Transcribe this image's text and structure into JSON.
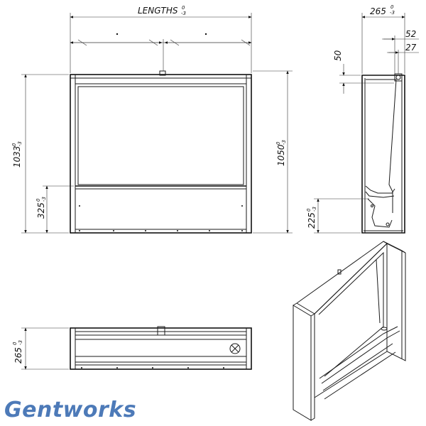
{
  "brand": {
    "name": "Gentworks",
    "color": "#4d7ab8"
  },
  "front_view": {
    "width_label": "LENGTHS",
    "width_tol_upper": "0",
    "width_tol_lower": "-3",
    "height_left_label": "1033",
    "height_left_tol_upper": "0",
    "height_left_tol_lower": "-3",
    "height_right_label": "1050",
    "height_right_tol_upper": "0",
    "height_right_tol_lower": "-3",
    "lower_label": "325",
    "lower_tol_upper": "0",
    "lower_tol_lower": "-3"
  },
  "side_view": {
    "depth_label": "265",
    "depth_tol_upper": "0",
    "depth_tol_lower": "-3",
    "offset_a": "52",
    "offset_b": "27",
    "top_offset": "50",
    "lower_label": "225",
    "lower_tol_upper": "0",
    "lower_tol_lower": "-3"
  },
  "plan_view": {
    "depth_label": "265",
    "depth_tol_upper": "0",
    "depth_tol_lower": "-3"
  }
}
